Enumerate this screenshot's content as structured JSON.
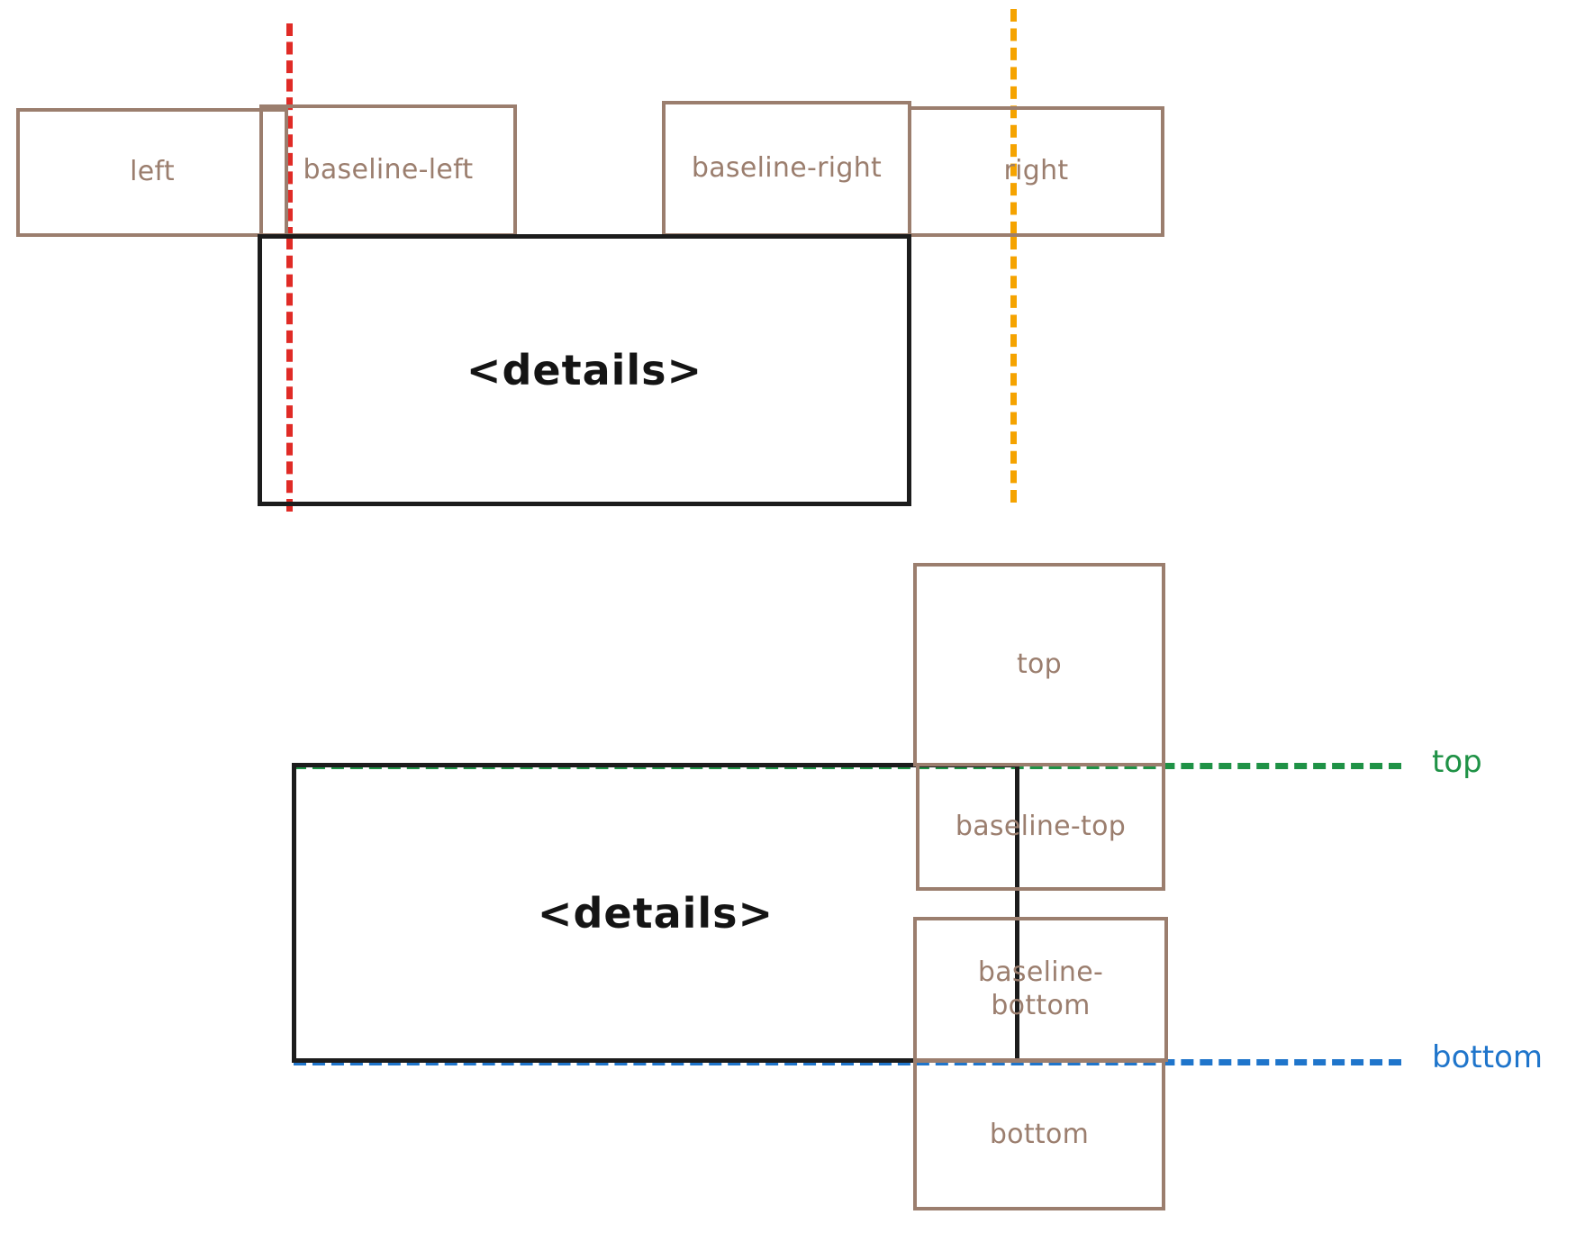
{
  "diagram": {
    "title": "details popover anchor positions",
    "colors": {
      "box_stroke": "#9b7e6e",
      "details_stroke": "#1c1c1c",
      "left_guide": "#e02b26",
      "right_guide": "#f5a300",
      "top_guide": "#1f9246",
      "bottom_guide": "#1f75cb"
    }
  },
  "horizontal_section": {
    "details_label": "<details>",
    "boxes": [
      {
        "label": "left"
      },
      {
        "label": "baseline-left"
      },
      {
        "label": "baseline-right"
      },
      {
        "label": "right"
      }
    ]
  },
  "vertical_section": {
    "details_label": "<details>",
    "boxes": [
      {
        "label": "top"
      },
      {
        "label": "baseline-top"
      },
      {
        "label": "baseline-\nbottom"
      },
      {
        "label": "bottom"
      }
    ],
    "guides": [
      {
        "label": "top"
      },
      {
        "label": "bottom"
      }
    ]
  }
}
